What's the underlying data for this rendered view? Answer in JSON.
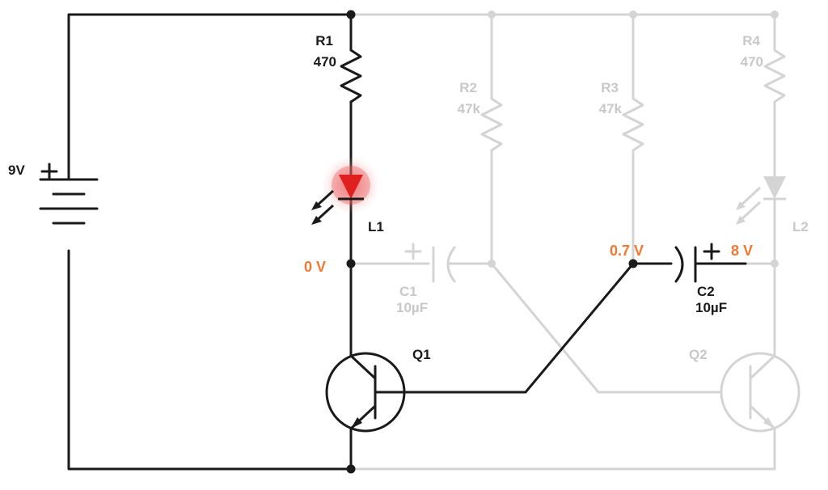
{
  "colors": {
    "active": "#1a1a1a",
    "inactive": "#d4d4d4",
    "inactive_text": "#c8c8c8",
    "voltage": "#f07830",
    "led_red": "#e02020",
    "led_glow": "#f4a0a0"
  },
  "battery": {
    "label": "9V",
    "plus": "+"
  },
  "r1": {
    "name": "R1",
    "value": "470"
  },
  "r2": {
    "name": "R2",
    "value": "47k"
  },
  "r3": {
    "name": "R3",
    "value": "47k"
  },
  "r4": {
    "name": "R4",
    "value": "470"
  },
  "l1": {
    "name": "L1",
    "state": "lit"
  },
  "l2": {
    "name": "L2",
    "state": "off"
  },
  "c1": {
    "name": "C1",
    "value": "10µF",
    "plus": "+"
  },
  "c2": {
    "name": "C2",
    "value": "10µF",
    "plus": "+"
  },
  "q1": {
    "name": "Q1"
  },
  "q2": {
    "name": "Q2"
  },
  "voltages": {
    "q1_collector": "0 V",
    "c2_left": "0.7 V",
    "c2_right": "8 V"
  }
}
